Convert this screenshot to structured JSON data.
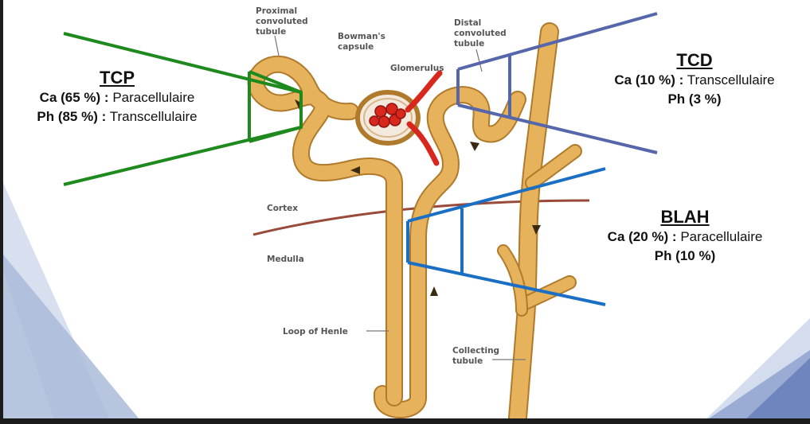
{
  "anatomy_labels": {
    "proximal": [
      "Proximal",
      "convoluted",
      "tubule"
    ],
    "bowman": [
      "Bowman's",
      "capsule"
    ],
    "glomerulus": "Glomerulus",
    "distal": [
      "Distal",
      "convoluted",
      "tubule"
    ],
    "cortex": "Cortex",
    "medulla": "Medulla",
    "loop": "Loop of Henle",
    "collecting": [
      "Collecting",
      "tubule"
    ]
  },
  "callouts": {
    "tcp": {
      "title": "TCP",
      "line1_bold": "Ca (65 %) :",
      "line1_text": " Paracellulaire",
      "line2_bold": "Ph (85 %) :",
      "line2_text": " Transcellulaire",
      "color": "#1e8a1e"
    },
    "tcd": {
      "title": "TCD",
      "line1_bold": "Ca (10 %)  :",
      "line1_text": " Transcellulaire",
      "line2_bold": "Ph (3 %)",
      "color": "#5566aa"
    },
    "blah": {
      "title": "BLAH",
      "line1_bold": "Ca (20 %) :",
      "line1_text": " Paracellulaire",
      "line2_bold": "Ph (10 %)",
      "color": "#1a6fc4"
    }
  },
  "colors": {
    "tubule": "#e6b35c",
    "tubule_edge": "#b07a2c",
    "corticomedullary_line": "#9a4a3a",
    "glomerulus": "#d8281e",
    "slide_accent": "#3a5fa8"
  }
}
